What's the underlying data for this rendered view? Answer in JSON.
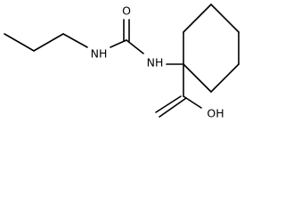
{
  "molecule": {
    "atoms": {
      "carbonyl_o": "O",
      "nh_left": "NH",
      "nh_right": "NH",
      "hydroxyl": "OH"
    }
  },
  "colors": {
    "bond": "#000000",
    "label": "#000000",
    "background": "#ffffff"
  }
}
